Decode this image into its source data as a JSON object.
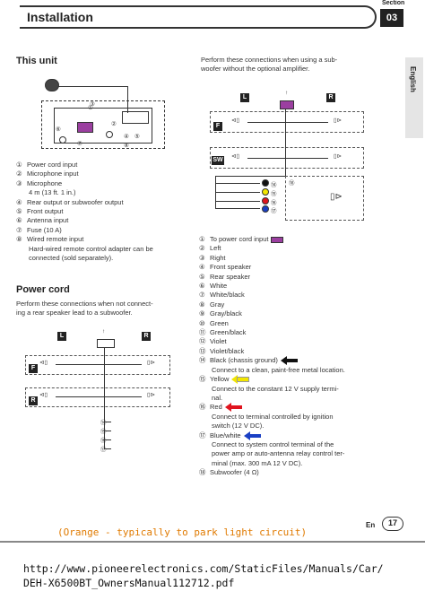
{
  "header": {
    "title": "Installation",
    "section_label": "Section",
    "section_number": "03"
  },
  "language_tab": "English",
  "this_unit": {
    "heading": "This unit",
    "items": [
      {
        "n": "①",
        "text": "Power cord input"
      },
      {
        "n": "②",
        "text": "Microphone input"
      },
      {
        "n": "③",
        "text": "Microphone"
      },
      {
        "n": "",
        "text": "4 m (13 ft. 1 in.)"
      },
      {
        "n": "④",
        "text": "Rear output or subwoofer output"
      },
      {
        "n": "⑤",
        "text": "Front output"
      },
      {
        "n": "⑥",
        "text": "Antenna input"
      },
      {
        "n": "⑦",
        "text": "Fuse (10 A)"
      },
      {
        "n": "⑧",
        "text": "Wired remote input"
      },
      {
        "n": "",
        "text": "Hard-wired remote control adapter can be"
      },
      {
        "n": "",
        "text": "connected (sold separately)."
      }
    ]
  },
  "power_cord": {
    "heading": "Power cord",
    "intro_1": "Perform these connections when not connect-",
    "intro_2": "ing a rear speaker lead to a subwoofer."
  },
  "subwoofer_intro": {
    "line_1": "Perform these connections when using a sub-",
    "line_2": "woofer without the optional amplifier."
  },
  "wire_list": [
    {
      "n": "①",
      "text": "To power cord input",
      "swatch": "purple"
    },
    {
      "n": "②",
      "text": "Left"
    },
    {
      "n": "③",
      "text": "Right"
    },
    {
      "n": "④",
      "text": "Front speaker"
    },
    {
      "n": "⑤",
      "text": "Rear speaker"
    },
    {
      "n": "⑥",
      "text": "White"
    },
    {
      "n": "⑦",
      "text": "White/black"
    },
    {
      "n": "⑧",
      "text": "Gray"
    },
    {
      "n": "⑨",
      "text": "Gray/black"
    },
    {
      "n": "⑩",
      "text": "Green"
    },
    {
      "n": "⑪",
      "text": "Green/black"
    },
    {
      "n": "⑫",
      "text": "Violet"
    },
    {
      "n": "⑬",
      "text": "Violet/black"
    },
    {
      "n": "⑭",
      "text": "Black (chassis ground)",
      "arrow": "black"
    },
    {
      "n": "",
      "text": "Connect to a clean, paint-free metal location."
    },
    {
      "n": "⑮",
      "text": "Yellow",
      "arrow": "yellow"
    },
    {
      "n": "",
      "text": "Connect to the constant 12 V supply termi-"
    },
    {
      "n": "",
      "text": "nal."
    },
    {
      "n": "⑯",
      "text": "Red",
      "arrow": "red"
    },
    {
      "n": "",
      "text": "Connect to terminal controlled by ignition"
    },
    {
      "n": "",
      "text": "switch (12 V DC)."
    },
    {
      "n": "⑰",
      "text": "Blue/white",
      "arrow": "blue"
    },
    {
      "n": "",
      "text": "Connect to system control terminal of the"
    },
    {
      "n": "",
      "text": "power amp or auto-antenna relay control ter-"
    },
    {
      "n": "",
      "text": "minal (max. 300 mA 12 V DC)."
    },
    {
      "n": "⑱",
      "text": "Subwoofer (4 Ω)"
    }
  ],
  "diagram_labels": {
    "left": "L",
    "right": "R",
    "front": "F",
    "rear": "R",
    "sw": "SW",
    "n1": "①",
    "n2": "②",
    "n3": "③",
    "n4": "④",
    "n5": "⑤",
    "n6": "⑥",
    "n7": "⑦",
    "n8": "⑧",
    "n14": "⑭",
    "n15": "⑮",
    "n16": "⑯",
    "n17": "⑰",
    "n18": "⑱"
  },
  "colors": {
    "purple": "#9b3fa0",
    "yellow": "#f2e600",
    "red": "#e0141e",
    "blue": "#1a3fc4",
    "orange": "#e07a00"
  },
  "footer": {
    "en": "En",
    "page": "17"
  },
  "orange_note": "(Orange - typically to park light circuit)",
  "url_line_1": "http://www.pioneerelectronics.com/StaticFiles/Manuals/Car/",
  "url_line_2": "DEH-X6500BT_OwnersManual112712.pdf"
}
